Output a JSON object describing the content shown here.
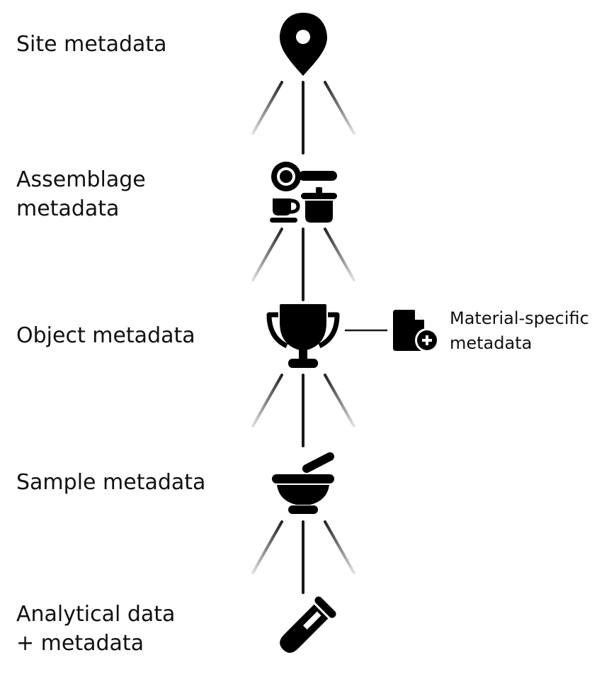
{
  "levels": [
    {
      "id": "site",
      "label": "Site metadata",
      "icon": "map-pin-icon"
    },
    {
      "id": "assemblage",
      "label": "Assemblage\nmetadata",
      "icon": "assemblage-icon"
    },
    {
      "id": "object",
      "label": "Object metadata",
      "icon": "trophy-icon"
    },
    {
      "id": "sample",
      "label": "Sample metadata",
      "icon": "mortar-pestle-icon"
    },
    {
      "id": "analytical",
      "label": "Analytical data\n+  metadata",
      "icon": "test-tube-icon"
    }
  ],
  "side_branch": {
    "label": "Material-specific\nmetadata",
    "icon": "file-plus-icon",
    "attached_to": "object"
  },
  "colors": {
    "ink": "#000000",
    "text": "#111111",
    "background": "#ffffff"
  }
}
